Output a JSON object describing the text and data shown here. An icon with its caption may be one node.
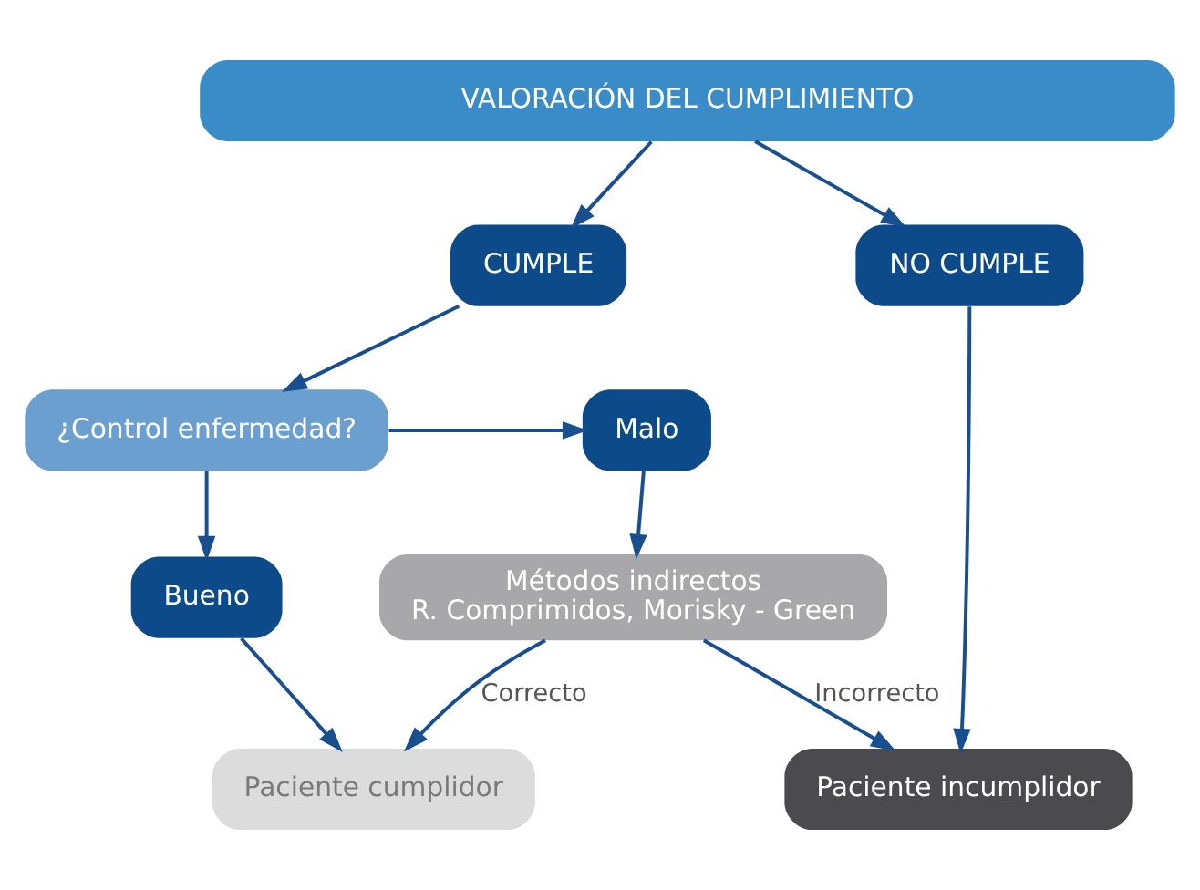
{
  "diagram": {
    "nodes": [
      {
        "text": [
          "VALORACIÓN DEL CUMPLIMIENTO"
        ]
      },
      {
        "text": [
          "CUMPLE"
        ]
      },
      {
        "text": [
          "NO CUMPLE"
        ]
      },
      {
        "text": [
          "¿Control enfermedad?"
        ]
      },
      {
        "text": [
          "Malo"
        ]
      },
      {
        "text": [
          "Bueno"
        ]
      },
      {
        "text": [
          "Métodos indirectos",
          "R. Comprimidos, Morisky - Green"
        ]
      },
      {
        "text": [
          "Paciente cumplidor"
        ]
      },
      {
        "text": [
          "Paciente incumplidor"
        ]
      }
    ],
    "edges": [
      {
        "from": 0,
        "to": 1,
        "arrow": "to"
      },
      {
        "from": 0,
        "to": 2,
        "arrow": "to"
      },
      {
        "from": 1,
        "to": 3,
        "arrow": "to"
      },
      {
        "from": 3,
        "to": 4,
        "arrow": "to"
      },
      {
        "from": 3,
        "to": 5,
        "arrow": "to"
      },
      {
        "from": 4,
        "to": 6,
        "arrow": "to"
      },
      {
        "from": 5,
        "to": 7,
        "arrow": "to"
      },
      {
        "from": 6,
        "to": 7,
        "arrow": "to",
        "label": "Correcto"
      },
      {
        "from": 6,
        "to": 8,
        "arrow": "to",
        "label": "Incorrecto"
      },
      {
        "from": 2,
        "to": 8,
        "arrow": "to"
      }
    ]
  }
}
